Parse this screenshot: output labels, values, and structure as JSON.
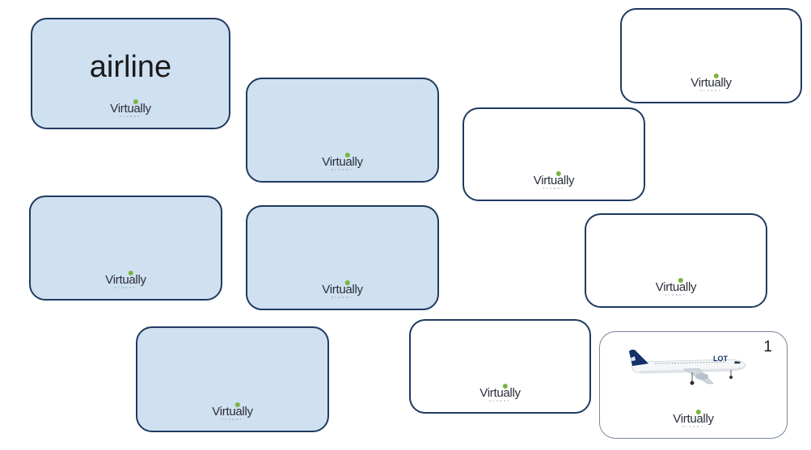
{
  "game": {
    "cards": [
      {
        "id": "c1",
        "face": "word",
        "word": "airline",
        "logo": "Virtually",
        "logo_sub": "FLUENT"
      },
      {
        "id": "c2",
        "face": "down",
        "logo": "Virtually",
        "logo_sub": "FLUENT"
      },
      {
        "id": "c3",
        "face": "down",
        "logo": "Virtually",
        "logo_sub": "FLUENT"
      },
      {
        "id": "c4",
        "face": "down",
        "logo": "Virtually",
        "logo_sub": "FLUENT"
      },
      {
        "id": "c5",
        "face": "down",
        "logo": "Virtually",
        "logo_sub": "FLUENT"
      },
      {
        "id": "c6",
        "face": "down",
        "logo": "Virtually",
        "logo_sub": "FLUENT"
      },
      {
        "id": "c7",
        "face": "down",
        "logo": "Virtually",
        "logo_sub": "FLUENT"
      },
      {
        "id": "c8",
        "face": "down",
        "logo": "Virtually",
        "logo_sub": "FLUENT"
      },
      {
        "id": "c9",
        "face": "down",
        "logo": "Virtually",
        "logo_sub": "FLUENT"
      },
      {
        "id": "c10",
        "face": "picture",
        "number": "1",
        "picture": "airplane-image",
        "plane_livery": "LOT",
        "logo": "Virtually",
        "logo_sub": "FLUENT"
      }
    ]
  },
  "colors": {
    "card_back_blue": "#cfe0f1",
    "card_border": "#1f3a5f",
    "logo_dot": "#7cb342"
  }
}
